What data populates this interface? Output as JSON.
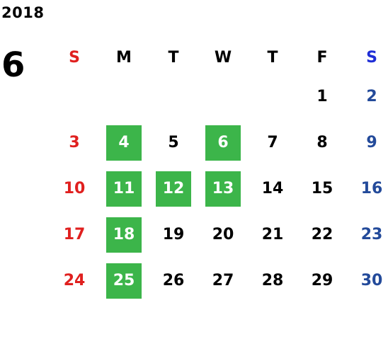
{
  "year": "2018",
  "month": "6",
  "colors": {
    "sunday": "#e0201f",
    "saturday_header": "#1f2ed6",
    "saturday": "#234a9a",
    "weekday": "#000000",
    "highlight_bg": "#3cb54a",
    "highlight_text": "#ffffff"
  },
  "weekdays": [
    "S",
    "M",
    "T",
    "W",
    "T",
    "F",
    "S"
  ],
  "weeks": [
    [
      "",
      "",
      "",
      "",
      "",
      "1",
      "2"
    ],
    [
      "3",
      "4",
      "5",
      "6",
      "7",
      "8",
      "9"
    ],
    [
      "10",
      "11",
      "12",
      "13",
      "14",
      "15",
      "16"
    ],
    [
      "17",
      "18",
      "19",
      "20",
      "21",
      "22",
      "23"
    ],
    [
      "24",
      "25",
      "26",
      "27",
      "28",
      "29",
      "30"
    ]
  ],
  "highlighted_days": [
    "4",
    "6",
    "11",
    "12",
    "13",
    "18",
    "25"
  ]
}
